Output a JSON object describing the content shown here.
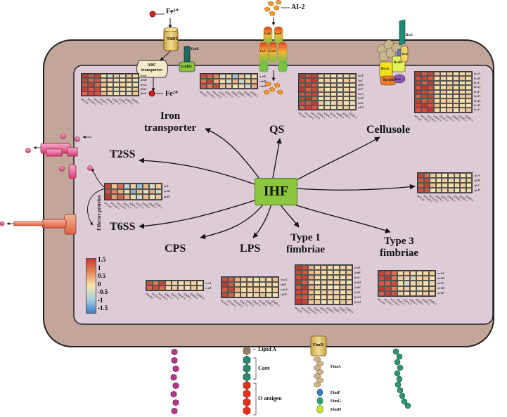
{
  "labels": {
    "iron_transporter": "Iron\ntransporter",
    "qs": "QS",
    "cellusole": "Cellusole",
    "t2ss": "T2SS",
    "t6ss": "T6SS",
    "cps": "CPS",
    "lps": "LPS",
    "type1": "Type 1\nfimbriae",
    "type3": "Type 3\nfimbriae",
    "ihf": "IHF",
    "effector": "Effector proteins"
  },
  "molecules": {
    "fe3": "Fe³⁺",
    "fe2": "Fe²⁺",
    "ai2": "AI-2",
    "tbdt": "TBDT",
    "abc": "ABC\ntransporter",
    "exbbd": "ExbBD",
    "tonb": "TonB",
    "lsrb": "LsrB",
    "lsrc": "LsrC",
    "lsrd": "LsrD",
    "lsra": "LsrA",
    "bcsa": "BcsA",
    "bcsb": "BcsB",
    "bcsc": "BcsC",
    "bcsqr": "BcsQR",
    "bcse": "BcsE",
    "bcsf": "BcsF",
    "fimd": "FimD",
    "fima": "FimA",
    "fimf": "FimF",
    "fimg": "FimG",
    "fimh": "FimH",
    "lipid_a": "Lipid A",
    "core": "Core",
    "o_antigen": "O antigen"
  },
  "legend": {
    "ticks": [
      "1.5",
      "1",
      "0.5",
      "0",
      "-0.5",
      "-1",
      "-1.5"
    ]
  },
  "column_labels": [
    "W3110",
    "W3110-1",
    "W3110-2",
    "ΔihfA-1",
    "ΔihfA-2",
    "ΔihfA-3",
    "ΔihfB-1",
    "ΔihfB-2",
    "ΔihfB-3"
  ],
  "heatmaps": {
    "iron": {
      "genes": [
        "fimA",
        "fimB",
        "fimC",
        "fhuA",
        "fhuF"
      ],
      "values": [
        [
          1.5,
          1.2,
          1.4,
          0.1,
          -0.3,
          0.2,
          -0.1,
          0.3,
          0.1
        ],
        [
          1.3,
          1.0,
          1.2,
          0.2,
          0.1,
          -0.2,
          0.0,
          0.2,
          -0.1
        ],
        [
          1.2,
          1.4,
          1.1,
          0.3,
          -0.1,
          0.1,
          0.2,
          0.0,
          -0.2
        ],
        [
          1.4,
          1.1,
          1.3,
          0.0,
          0.2,
          -0.3,
          0.1,
          -0.2,
          0.3
        ],
        [
          1.0,
          1.3,
          1.2,
          0.4,
          0.1,
          0.0,
          -0.2,
          0.1,
          0.2
        ]
      ]
    },
    "qs": {
      "genes": [
        "tonB",
        "exbB",
        "exbD"
      ],
      "values": [
        [
          1.3,
          1.1,
          0.8,
          -0.4,
          0.2,
          -0.8,
          0.3,
          -0.2,
          0.1
        ],
        [
          1.0,
          1.4,
          0.5,
          0.1,
          -0.3,
          0.4,
          -0.5,
          0.2,
          0.3
        ],
        [
          1.2,
          0.9,
          1.3,
          0.3,
          0.2,
          -0.1,
          0.1,
          -0.4,
          0.5
        ]
      ]
    },
    "cellulose_left": {
      "genes": [
        "lsrA",
        "lsrC",
        "lsrB",
        "lsrF",
        "lsrG",
        "lsrB",
        "lsrK",
        "sdiA"
      ],
      "values": [
        [
          1.5,
          1.3,
          1.4,
          0.2,
          0.1,
          0.0,
          0.1,
          -0.1,
          0.2
        ],
        [
          1.4,
          1.2,
          1.5,
          0.1,
          0.2,
          -0.1,
          0.0,
          0.2,
          0.1
        ],
        [
          1.3,
          1.4,
          1.2,
          0.0,
          -0.1,
          0.2,
          0.1,
          0.0,
          -0.1
        ],
        [
          1.5,
          1.1,
          1.3,
          0.3,
          0.0,
          0.1,
          -0.2,
          0.1,
          0.0
        ],
        [
          1.2,
          1.3,
          1.4,
          0.1,
          0.2,
          0.0,
          0.1,
          -0.1,
          0.2
        ],
        [
          1.4,
          1.5,
          1.1,
          -0.1,
          0.1,
          0.2,
          0.0,
          0.1,
          0.1
        ],
        [
          1.3,
          1.2,
          1.5,
          0.2,
          -0.2,
          0.1,
          0.2,
          0.0,
          -0.1
        ],
        [
          1.1,
          1.4,
          1.2,
          0.0,
          0.1,
          -0.1,
          0.1,
          0.2,
          0.0
        ]
      ]
    },
    "cellulose_right": {
      "genes": [
        "bcsA",
        "bcsB",
        "bcsC",
        "bcsQ",
        "bcsF",
        "bcsO",
        "bcsD",
        "bcsE",
        "bcsG"
      ],
      "values": [
        [
          1.5,
          1.2,
          1.4,
          0.3,
          0.1,
          0.2,
          0.0,
          0.1,
          0.2
        ],
        [
          1.3,
          1.4,
          1.2,
          0.1,
          0.2,
          0.0,
          0.1,
          0.3,
          0.1
        ],
        [
          1.4,
          1.1,
          1.5,
          0.2,
          0.0,
          0.1,
          0.2,
          0.0,
          0.1
        ],
        [
          1.2,
          1.5,
          1.3,
          0.0,
          0.1,
          0.3,
          0.1,
          0.2,
          0.0
        ],
        [
          1.5,
          1.3,
          1.1,
          0.1,
          0.3,
          0.0,
          0.2,
          0.1,
          0.1
        ],
        [
          1.1,
          1.4,
          1.4,
          0.2,
          0.0,
          0.1,
          0.0,
          0.2,
          0.2
        ],
        [
          1.4,
          1.2,
          1.3,
          0.0,
          0.2,
          0.2,
          0.1,
          0.0,
          0.1
        ],
        [
          1.3,
          1.5,
          1.2,
          0.3,
          0.1,
          0.0,
          0.2,
          0.1,
          0.0
        ],
        [
          1.2,
          1.3,
          1.5,
          0.1,
          0.0,
          0.2,
          0.0,
          0.1,
          0.3
        ]
      ]
    },
    "sfc": {
      "genes": [
        "sfcA",
        "sfcB",
        "sfcC",
        "sfcD"
      ],
      "values": [
        [
          1.4,
          1.0,
          0.2,
          0.1,
          0.0,
          0.1,
          0.2,
          0.0,
          0.1
        ],
        [
          1.2,
          1.3,
          0.1,
          0.0,
          0.2,
          0.1,
          0.0,
          0.1,
          0.2
        ],
        [
          1.1,
          1.4,
          0.3,
          0.1,
          0.1,
          0.0,
          0.1,
          0.2,
          0.0
        ],
        [
          1.3,
          1.2,
          0.0,
          0.2,
          0.1,
          0.2,
          0.0,
          0.1,
          0.1
        ]
      ]
    },
    "t6ss": {
      "genes": [
        "tssL",
        "tssM",
        "gspE"
      ],
      "values": [
        [
          1.4,
          0.3,
          1.0,
          -0.6,
          0.2,
          -0.9,
          0.4,
          -0.3,
          0.2
        ],
        [
          1.2,
          0.8,
          0.5,
          0.1,
          -1.0,
          0.3,
          -0.2,
          0.5,
          -0.4
        ],
        [
          1.5,
          0.6,
          1.1,
          0.4,
          0.1,
          -0.5,
          0.3,
          -0.1,
          0.2
        ]
      ]
    },
    "cps": {
      "genes": [
        "rcsA",
        "rcsB"
      ],
      "values": [
        [
          1.3,
          0.9,
          1.4,
          0.2,
          0.1,
          0.0,
          0.2,
          0.1,
          0.0
        ],
        [
          1.1,
          1.3,
          1.0,
          0.1,
          0.2,
          0.1,
          0.0,
          0.2,
          0.1
        ]
      ]
    },
    "lps": {
      "genes": [
        "waaC",
        "rfaE",
        "waaG",
        "rfaD"
      ],
      "values": [
        [
          1.3,
          1.1,
          0.4,
          0.2,
          0.1,
          0.0,
          0.2,
          0.1,
          0.3
        ],
        [
          1.5,
          1.2,
          0.3,
          0.1,
          0.2,
          0.1,
          0.0,
          0.2,
          0.1
        ],
        [
          1.2,
          1.4,
          0.5,
          0.0,
          0.1,
          0.2,
          0.1,
          0.0,
          0.2
        ],
        [
          1.4,
          1.1,
          0.2,
          0.2,
          0.0,
          0.1,
          0.3,
          0.1,
          0.0
        ]
      ]
    },
    "type1": {
      "genes": [
        "fimA",
        "fimB",
        "fimC",
        "fimD",
        "fimE",
        "fimF",
        "fimG",
        "fimH"
      ],
      "values": [
        [
          1.5,
          1.3,
          0.4,
          0.1,
          0.2,
          0.1,
          0.0,
          0.2,
          0.1
        ],
        [
          1.4,
          1.2,
          0.3,
          0.2,
          0.1,
          0.0,
          0.1,
          0.1,
          0.2
        ],
        [
          1.3,
          1.4,
          0.5,
          0.1,
          0.0,
          0.2,
          0.1,
          0.0,
          0.1
        ],
        [
          1.5,
          1.1,
          0.2,
          0.0,
          0.2,
          0.1,
          0.2,
          0.1,
          0.0
        ],
        [
          1.2,
          1.5,
          0.4,
          0.2,
          0.1,
          0.0,
          0.0,
          0.2,
          0.1
        ],
        [
          1.4,
          1.3,
          0.3,
          0.1,
          0.2,
          0.2,
          0.1,
          0.0,
          0.2
        ],
        [
          1.3,
          1.2,
          0.5,
          0.0,
          0.1,
          0.1,
          0.2,
          0.1,
          0.0
        ],
        [
          1.5,
          1.4,
          0.2,
          0.2,
          0.0,
          0.1,
          0.0,
          0.2,
          0.1
        ]
      ]
    },
    "type3": {
      "genes": [
        "mrkA",
        "mrkB",
        "mrkC",
        "mrkD",
        "mrkF"
      ],
      "values": [
        [
          1.4,
          1.2,
          1.0,
          0.1,
          0.2,
          0.1,
          0.0,
          0.1,
          0.2
        ],
        [
          1.3,
          1.5,
          0.9,
          0.2,
          0.1,
          -0.4,
          0.1,
          0.2,
          0.0
        ],
        [
          1.2,
          1.1,
          1.3,
          0.0,
          -0.3,
          0.1,
          0.2,
          0.0,
          0.1
        ],
        [
          1.5,
          1.3,
          0.8,
          0.1,
          0.2,
          0.0,
          -0.2,
          0.1,
          0.2
        ],
        [
          1.1,
          1.4,
          1.2,
          0.2,
          0.0,
          0.1,
          0.1,
          0.2,
          0.1
        ]
      ]
    }
  }
}
